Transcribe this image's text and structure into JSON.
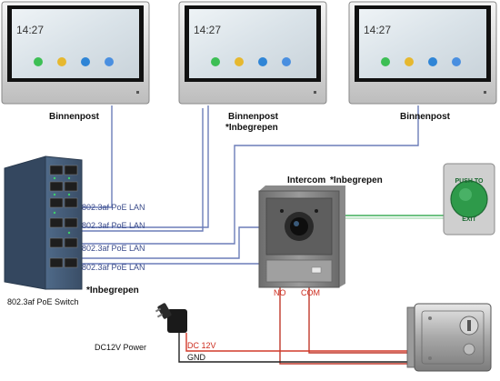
{
  "monitors": [
    {
      "time": "14:27",
      "caption": "Binnenpost",
      "note": ""
    },
    {
      "time": "14:27",
      "caption": "Binnenpost",
      "note": "*Inbegrepen"
    },
    {
      "time": "14:27",
      "caption": "Binnenpost",
      "note": ""
    }
  ],
  "switch": {
    "caption": "802.3af PoE Switch",
    "note": "*Inbegrepen",
    "port_labels": [
      "802.3af PoE LAN",
      "802.3af PoE LAN",
      "802.3af PoE LAN",
      "802.3af PoE LAN"
    ]
  },
  "intercom": {
    "caption": "Intercom",
    "note": "*Inbegrepen"
  },
  "exit_button": {
    "top_text": "PUSH TO",
    "bottom_text": "EXIT"
  },
  "lock": {
    "no_label": "NO",
    "com_label": "COM"
  },
  "power": {
    "caption": "DC12V Power",
    "dc_label": "DC 12V",
    "gnd_label": "GND"
  },
  "colors": {
    "lan_line": "#6b7db8",
    "exit_line": "#3fae5a",
    "dc_line": "#d23a2a",
    "no_com_line": "#c0392b",
    "gnd_line": "#222222",
    "label_red": "#cc2b1d",
    "label_blue": "#3a4b8a",
    "exit_green": "#2e9a4a"
  },
  "icons": [
    "adapter-icon",
    "monitor-icon",
    "intercom-camera-icon",
    "exit-button-icon",
    "electric-lock-icon",
    "poe-switch-icon"
  ]
}
